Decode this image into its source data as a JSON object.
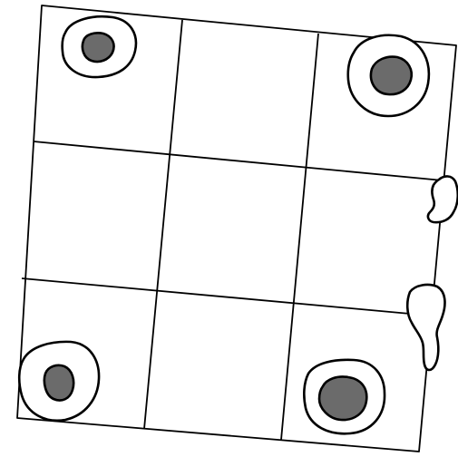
{
  "diagram": {
    "colors": {
      "background": "#ffffff",
      "stroke": "#000000",
      "nucleus_fill": "#6b6b6b",
      "cell_fill": "#ffffff"
    },
    "grid": {
      "rows": 3,
      "cols": 3
    },
    "cells": [
      {
        "name": "cell-top-left",
        "has_nucleus": true
      },
      {
        "name": "cell-top-right",
        "has_nucleus": true
      },
      {
        "name": "cell-bottom-left",
        "has_nucleus": true
      },
      {
        "name": "cell-bottom-right",
        "has_nucleus": true
      },
      {
        "name": "cell-edge-middle-right",
        "has_nucleus": false
      },
      {
        "name": "cell-edge-lower-right",
        "has_nucleus": false
      }
    ]
  }
}
